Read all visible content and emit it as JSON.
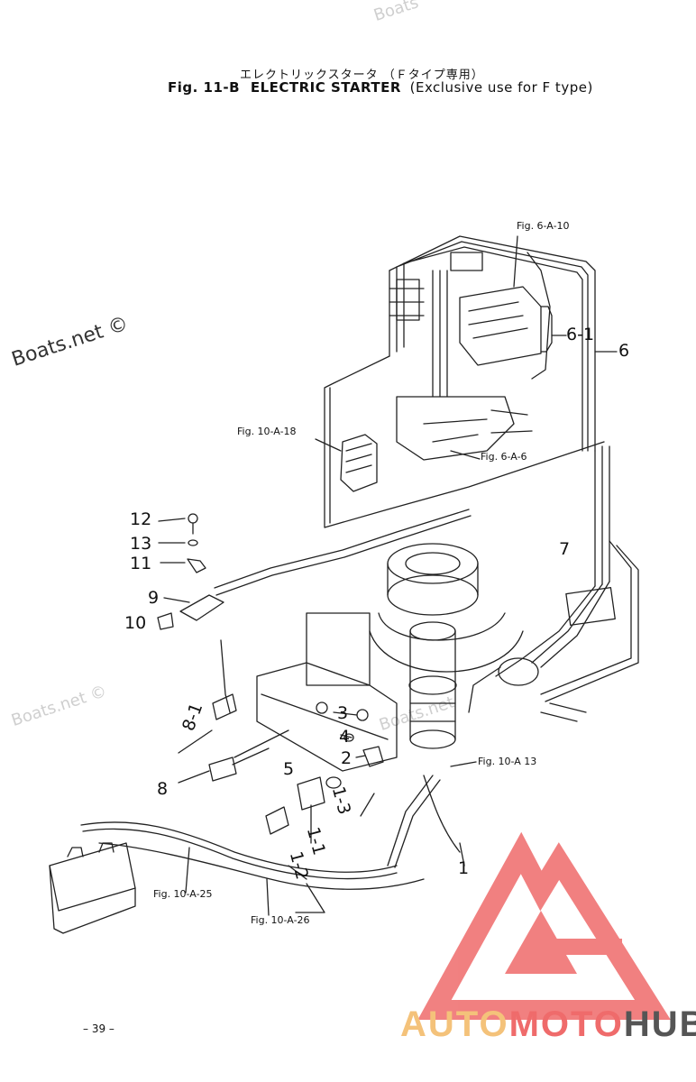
{
  "watermark": {
    "top_faint": "Boats",
    "left_main": "Boats.net ©",
    "left_faint": "Boats.net ©",
    "center_faint": "Boats.net"
  },
  "header": {
    "subtitle_jp": "エレクトリックスタータ （Ｆタイプ専用）",
    "fig_label": "Fig. 11-B",
    "title": "ELECTRIC STARTER",
    "title_suffix": "(Exclusive use for F type)"
  },
  "refs": {
    "r1": "Fig. 6-A-10",
    "r2": "Fig. 10-A-18",
    "r3": "Fig. 6-A-6",
    "r4": "Fig. 10-A 13",
    "r5": "Fig. 10-A-25",
    "r6": "Fig. 10-A-26"
  },
  "callouts": {
    "c6_1": "6-1",
    "c6": "6",
    "c12": "12",
    "c13": "13",
    "c11": "11",
    "c7": "7",
    "c9": "9",
    "c10": "10",
    "c3": "3",
    "c4": "4",
    "c2": "2",
    "c8_1": "8-1",
    "c5": "5",
    "c8": "8",
    "c1_3": "1-3",
    "c1_1": "1-1",
    "c1_2": "1-2",
    "c1": "1"
  },
  "footer": {
    "page": "– 39 –"
  },
  "logo": {
    "part1": "AUTO",
    "part2": "MOTO",
    "part3": "HUB",
    "color_light": "#f4c27a",
    "color_red": "#ef6b6b",
    "color_dark": "#555555"
  }
}
